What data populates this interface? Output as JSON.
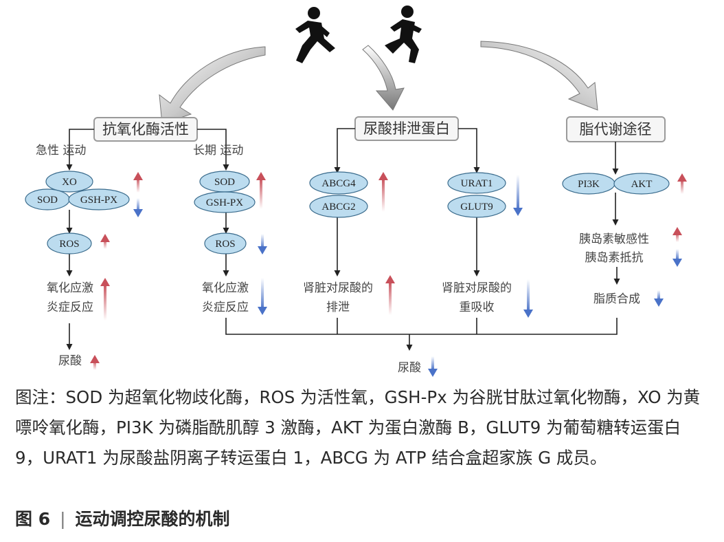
{
  "diagram": {
    "categories": {
      "antioxidant": "抗氧化酶活性",
      "transporter": "尿酸排泄蛋白",
      "metabolic": "脂代谢途径"
    },
    "exercise_types": {
      "acute": "急性 运动",
      "longterm": "长期 运动"
    },
    "enzymes": {
      "xo": "XO",
      "sod": "SOD",
      "gshpx": "GSH-PX",
      "ros": "ROS",
      "abcg4": "ABCG4",
      "abcg2": "ABCG2",
      "urat1": "URAT1",
      "glut9": "GLUT9",
      "pi3k": "PI3K",
      "akt": "AKT"
    },
    "outcomes": {
      "oxidative_line1": "氧化应激",
      "oxidative_line2": "炎症反应",
      "uric_acid": "尿酸",
      "excretion_line1": "肾脏对尿酸的",
      "excretion_line2": "排泄",
      "reabsorption_line1": "肾脏对尿酸的",
      "reabsorption_line2": "重吸收",
      "insulin_sensitivity": "胰岛素敏感性",
      "insulin_resistance": "胰岛素抵抗",
      "lipid_synthesis": "脂质合成",
      "final_uric_acid": "尿酸"
    },
    "colors": {
      "up_arrow": "#c8505a",
      "down_arrow": "#4a72c8",
      "ellipse_fill": "#bcdcef",
      "box_border": "#9a9a9a"
    }
  },
  "caption": "图注：SOD 为超氧化物歧化酶，ROS 为活性氧，GSH-Px 为谷胱甘肽过氧化物酶，XO 为黄嘌呤氧化酶，PI3K 为磷脂酰肌醇 3 激酶，AKT 为蛋白激酶 B，GLUT9 为葡萄糖转运蛋白 9，URAT1 为尿酸盐阴离子转运蛋白 1，ABCG 为 ATP 结合盒超家族 G 成员。",
  "figure_title": {
    "number": "图 6",
    "separator": "|",
    "text": "运动调控尿酸的机制"
  }
}
